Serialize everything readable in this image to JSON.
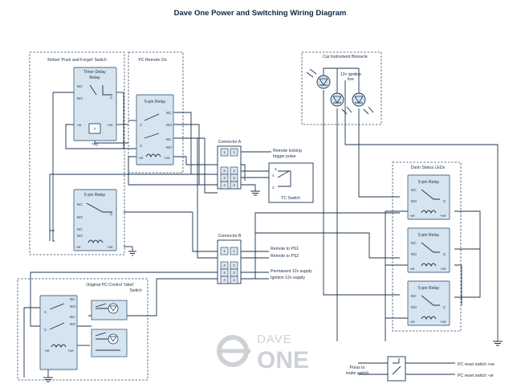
{
  "title": "Dave One Power and Switching Wiring Diagram",
  "groups": {
    "refuel": "Refuel 'Push and Forget' Switch",
    "pc_remote_on": "PC Remote On",
    "binnacle": "Car Instrument Binnacle",
    "dash_leds": "Dash Status LEDs",
    "valet_line1": "Original PC Control 'Valet'",
    "valet_line2": "Switch"
  },
  "timer_relay": {
    "line1": "Timer Delay",
    "line2": "Relay",
    "trig": "Trig",
    "t": "T"
  },
  "relay_title": "5-pin Relay",
  "pins": {
    "nc": "NC",
    "no": "NO",
    "c": "C",
    "neg": "-ve",
    "pos": "+ve"
  },
  "connector_a": {
    "title": "Connector A",
    "rows": [
      [
        "1",
        "1"
      ],
      [
        "2",
        "2"
      ],
      [
        "3",
        "3"
      ],
      [
        "4",
        "4"
      ]
    ]
  },
  "connector_b": {
    "title": "Connector B",
    "rows": [
      [
        "1",
        "1"
      ],
      [
        "2",
        "2"
      ],
      [
        "3",
        "3"
      ],
      [
        "4",
        "4"
      ]
    ]
  },
  "tc_switch": {
    "label": "TC Switch",
    "pins": [
      "3",
      "4",
      "2"
    ]
  },
  "binnacle_label": {
    "line1": "12v ignition",
    "line2": "live"
  },
  "connector_labels": {
    "remote_locking_1": "Remote locking",
    "remote_locking_2": "trigger pulse",
    "remote_ps1": "Remote to PS1",
    "remote_ps2": "Remote to PS2",
    "permanent": "Permanent 12v supply",
    "ignition": "Ignition 12v supply"
  },
  "press_switch": {
    "line1": "Press to",
    "line2": "make switch"
  },
  "pc_reset": {
    "pos": "PC reset switch +ve",
    "neg": "PC reset switch -ve"
  },
  "logo": {
    "word1": "DAVE",
    "word2": "ONE"
  },
  "colors": {
    "wire": "#1c3352",
    "relay_fill": "#d6e4f0",
    "relay_stroke": "#4a6b8a",
    "logo": "#c9ced3"
  }
}
